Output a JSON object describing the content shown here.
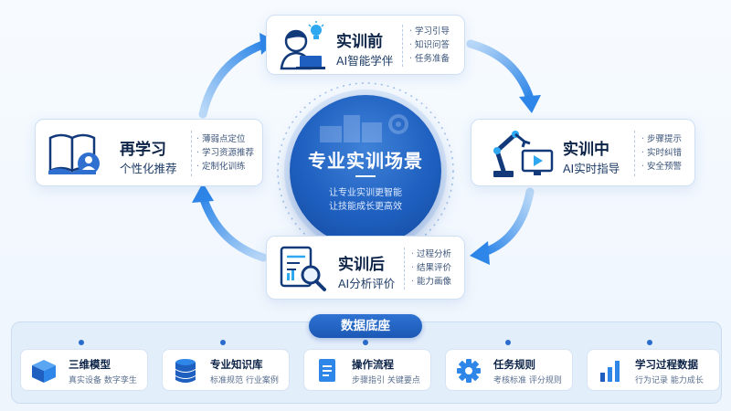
{
  "center": {
    "title": "专业实训场景",
    "line1": "让专业实训更智能",
    "line2": "让技能成长更高效"
  },
  "stages": {
    "before": {
      "title": "实训前",
      "subtitle": "AI智能学伴",
      "bullets": [
        "学习引导",
        "知识问答",
        "任务准备"
      ]
    },
    "during": {
      "title": "实训中",
      "subtitle": "AI实时指导",
      "bullets": [
        "步骤提示",
        "实时纠错",
        "安全预警"
      ]
    },
    "after": {
      "title": "实训后",
      "subtitle": "AI分析评价",
      "bullets": [
        "过程分析",
        "结果评价",
        "能力画像"
      ]
    },
    "relearn": {
      "title": "再学习",
      "subtitle": "个性化推荐",
      "bullets": [
        "薄弱点定位",
        "学习资源推荐",
        "定制化训练"
      ]
    }
  },
  "base": {
    "label": "数据底座",
    "items": [
      {
        "title": "三维模型",
        "sub": "真实设备  数字孪生",
        "icon": "cube-icon"
      },
      {
        "title": "专业知识库",
        "sub": "标准规范  行业案例",
        "icon": "database-icon"
      },
      {
        "title": "操作流程",
        "sub": "步骤指引  关键要点",
        "icon": "document-icon"
      },
      {
        "title": "任务规则",
        "sub": "考核标准  评分规则",
        "icon": "gear-icon"
      },
      {
        "title": "学习过程数据",
        "sub": "行为记录  能力成长",
        "icon": "bar-chart-icon"
      }
    ]
  },
  "colors": {
    "primary": "#1e5fbf",
    "accent": "#2ea8f0",
    "arrow": "#3a8ee6"
  }
}
